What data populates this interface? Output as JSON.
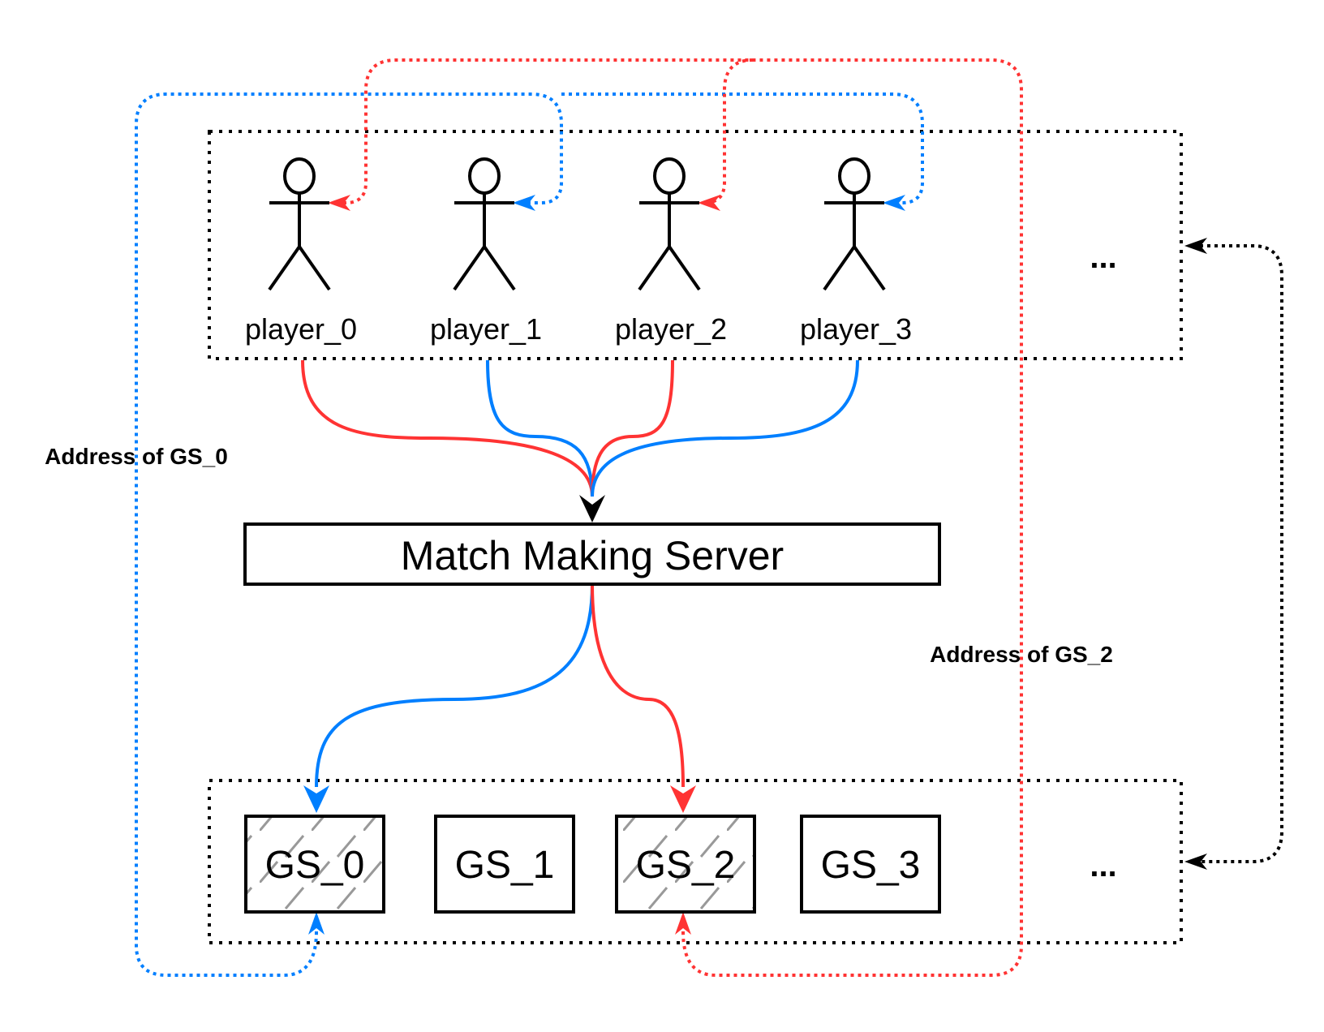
{
  "colors": {
    "red": "#ff3333",
    "blue": "#007fff",
    "black": "#000000"
  },
  "players": [
    {
      "label": "player_0",
      "color": "red"
    },
    {
      "label": "player_1",
      "color": "blue"
    },
    {
      "label": "player_2",
      "color": "red"
    },
    {
      "label": "player_3",
      "color": "blue"
    }
  ],
  "players_more": "...",
  "server": {
    "label": "Match Making Server"
  },
  "game_servers": [
    {
      "label": "GS_0",
      "assigned": true,
      "color": "blue"
    },
    {
      "label": "GS_1",
      "assigned": false
    },
    {
      "label": "GS_2",
      "assigned": true,
      "color": "red"
    },
    {
      "label": "GS_3",
      "assigned": false
    }
  ],
  "servers_more": "...",
  "annotations": {
    "address_gs0": "Address of GS_0",
    "address_gs2": "Address of GS_2"
  }
}
